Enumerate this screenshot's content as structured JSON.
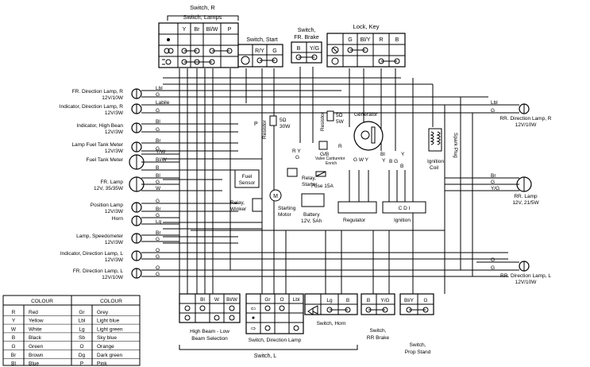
{
  "switch_r": {
    "title": "Switch, R"
  },
  "switch_lamps": {
    "title": "Switch, Lamps",
    "headers": [
      "Y",
      "Br",
      "Bl/W",
      "P"
    ]
  },
  "switch_start": {
    "title": "Switch, Start",
    "headers": [
      "R/Y",
      "G"
    ]
  },
  "switch_fr_brake": {
    "title_line1": "Switch,",
    "title_line2": "FR. Brake",
    "headers": [
      "B",
      "Y/G"
    ]
  },
  "lock_key": {
    "title": "Lock, Key",
    "headers": [
      "G",
      "Bl/Y",
      "R",
      "B"
    ]
  },
  "left_components": [
    {
      "label_line1": "FR. Direction Lamp, R",
      "label_line2": "12V/10W",
      "wires": [
        "Lbl",
        "G"
      ]
    },
    {
      "label_line1": "Indicator, Direction Lamp, R",
      "label_line2": "12V/3W",
      "wires": [
        "Labile",
        "G"
      ]
    },
    {
      "label_line1": "Indicator, High Bean",
      "label_line2": "12V/3W",
      "wires": [
        "Bl",
        "G"
      ]
    },
    {
      "label_line1": "Lamp Fuel Tank Meter",
      "label_line2": "12V/3W",
      "wires": [
        "Br",
        "G"
      ]
    },
    {
      "label_line1": "Fuel Tank Meter",
      "label_line2": "",
      "wires": [
        "Y/W",
        "Bl/W",
        "B"
      ]
    },
    {
      "label_line1": "FR. Lamp",
      "label_line2": "12V, 35/35W",
      "wires": [
        "Bl",
        "G",
        "W"
      ]
    },
    {
      "label_line1": "Position Lamp",
      "label_line2": "12V/3W",
      "wires": [
        "G",
        "Br"
      ]
    },
    {
      "label_line1": "Horn",
      "label_line2": "",
      "wires": [
        "G",
        "Lg"
      ]
    },
    {
      "label_line1": "Lamp, Speedometer",
      "label_line2": "12V/3W",
      "wires": [
        "Br",
        "G"
      ]
    },
    {
      "label_line1": "Indicator, Direction Lamp, L",
      "label_line2": "12V/3W",
      "wires": [
        "O",
        "G"
      ]
    },
    {
      "label_line1": "FR. Direction Lamp, L",
      "label_line2": "12V/10W",
      "wires": [
        "O",
        "G"
      ]
    }
  ],
  "right_components": [
    {
      "label_line1": "RR. Direction Lamp, R",
      "label_line2": "12V/10W",
      "wires": [
        "Lbl",
        "G"
      ]
    },
    {
      "label_line1": "RR. Lamp",
      "label_line2": "12V, 21/5W",
      "wires": [
        "Br",
        "G",
        "Y/G"
      ]
    },
    {
      "label_line1": "RR. Direction Lamp, L",
      "label_line2": "12V/10W",
      "wires": [
        "O",
        "G"
      ]
    }
  ],
  "center": {
    "resistor_left": "Resistor",
    "resistor_left_value": "5Ω",
    "resistor_left_watts": "30W",
    "resistor_right": "Resistor",
    "resistor_right_value": "5Ω",
    "resistor_right_watts": "5W",
    "p_label": "P",
    "ryg": "R Y",
    "g_label": "G",
    "gb": "G/B",
    "valve_line1": "Valve  Carburetor",
    "valve_line2": "Enrich",
    "generator": "Generator",
    "gwy": "G W Y",
    "r_label": "R",
    "bl_y": "Bl",
    "bl_y2": "Y",
    "bgb": "B G",
    "b2": "B",
    "y2": "Y",
    "spark_plug": "Spark Plug",
    "ignition_coil_l1": "Ignition",
    "ignition_coil_l2": "Coil",
    "fuel_sensor_l1": "Fuel",
    "fuel_sensor_l2": "Sensor",
    "relay_starter_l1": "Relay,",
    "relay_starter_l2": "Starter",
    "fuse": "Fuse 15A",
    "relay_winker_l1": "Relay,",
    "relay_winker_l2": "Winker",
    "starting_motor_l1": "Starting",
    "starting_motor_l2": "Motor",
    "motor_symbol": "M",
    "battery_l1": "Battery",
    "battery_l2": "12V, 5Ah",
    "regulator": "Regulator",
    "ignition": "Ignition",
    "cdi": "C D I"
  },
  "bottom_switches": {
    "high_beam_headers": [
      "Bl",
      "W",
      "Bl/W"
    ],
    "high_beam_l1": "High Beam - Low",
    "high_beam_l2": "Beam Selection",
    "direction_headers": [
      "Gr",
      "O",
      "Lbl"
    ],
    "direction_label": "Switch, Direction Lamp",
    "horn_headers": [
      "Lg",
      "B"
    ],
    "horn_label": "Switch, Horn",
    "switch_l": "Switch, L",
    "rr_brake_headers": [
      "B",
      "Y/G"
    ],
    "rr_brake_l1": "Switch,",
    "rr_brake_l2": "RR Brake",
    "prop_headers": [
      "Bl/Y",
      "G"
    ],
    "prop_l1": "Switch,",
    "prop_l2": "Prop Stand"
  },
  "colour_table": {
    "header_left": "COLOUR",
    "header_right": "COLOUR",
    "rows": [
      [
        "R",
        "Red",
        "Gr",
        "Grey"
      ],
      [
        "Y",
        "Yellow",
        "Lbl",
        "Light blue"
      ],
      [
        "W",
        "White",
        "Lg",
        "Light green"
      ],
      [
        "B",
        "Black",
        "Sb",
        "Sky blue"
      ],
      [
        "G",
        "Green",
        "O",
        "Orange"
      ],
      [
        "Br",
        "Brown",
        "Dg",
        "Dark green"
      ],
      [
        "Bl",
        "Blue",
        "P",
        "Pink"
      ]
    ]
  }
}
